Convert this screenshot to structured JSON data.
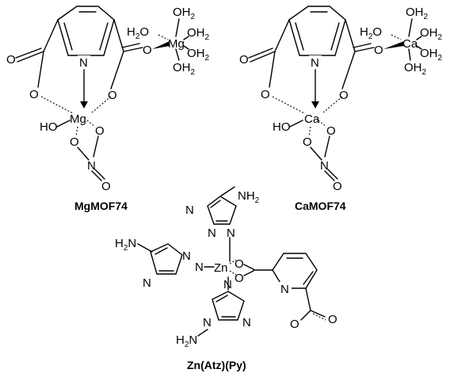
{
  "captions": {
    "mg": "MgMOF74",
    "ca": "CaMOF74",
    "zn": "Zn(Atz)(Py)"
  },
  "atoms": {
    "N": "N",
    "O": "O",
    "HO": "HO",
    "H2O": "H",
    "H": "H",
    "two": "2",
    "OH": "OH",
    "Mg": "Mg",
    "Ca": "Ca",
    "Zn": "Zn",
    "NH": "NH"
  }
}
